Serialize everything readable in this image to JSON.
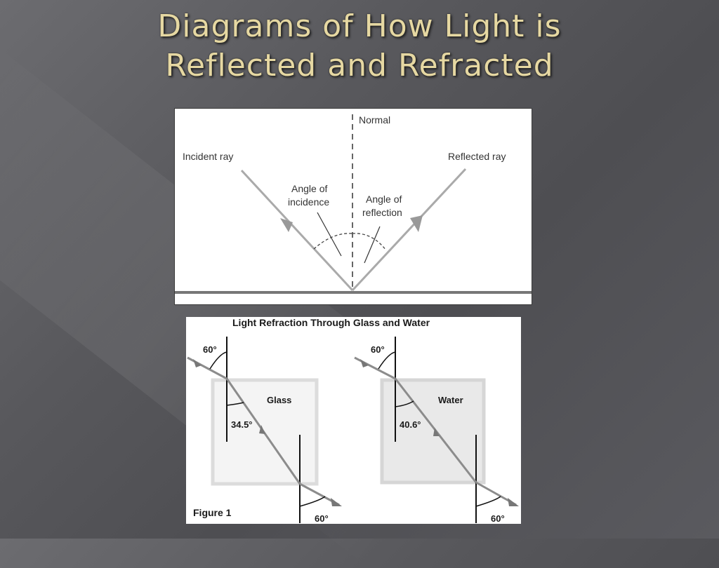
{
  "slide": {
    "title_line1": "Diagrams of How Light is",
    "title_line2": "Reflected and Refracted"
  },
  "reflection_diagram": {
    "normal_label": "Normal",
    "incident_label": "Incident ray",
    "reflected_label": "Reflected ray",
    "incidence_line1": "Angle of",
    "incidence_line2": "incidence",
    "reflection_line1": "Angle of",
    "reflection_line2": "reflection"
  },
  "refraction_diagram": {
    "title": "Light Refraction Through Glass and Water",
    "figure_label": "Figure 1",
    "glass": {
      "material": "Glass",
      "entry_angle": "60°",
      "refracted_angle": "34.5°",
      "exit_angle": "60°"
    },
    "water": {
      "material": "Water",
      "entry_angle": "60°",
      "refracted_angle": "40.6°",
      "exit_angle": "60°"
    }
  },
  "colors": {
    "title": "#e6d8a2",
    "ray": "#a6a6a6",
    "glass_fill": "#f4f4f4",
    "water_fill": "#e9e9e9"
  }
}
